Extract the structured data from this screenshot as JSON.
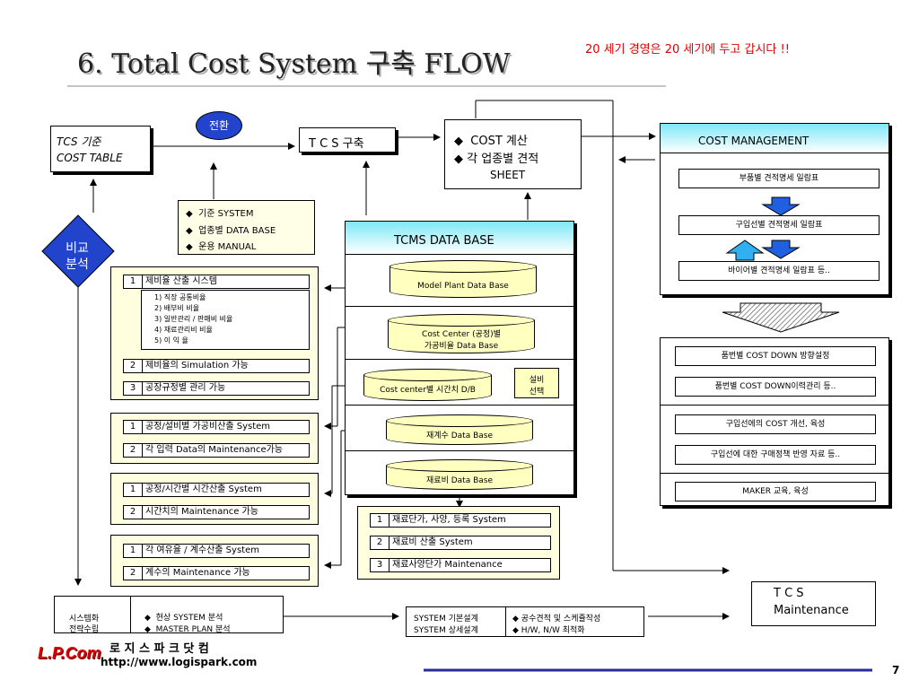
{
  "title": "6. Total Cost System 구축 FLOW",
  "slogan": "20 세기 경영은 20 세기에 두고 갑시다 !!",
  "page_number": "7",
  "tcs_standard": {
    "line1": "TCS 기준",
    "line2": "COST TABLE"
  },
  "convert_label": "전환",
  "compare_label": {
    "line1": "비교",
    "line2": "분석"
  },
  "tcs_build": "T C S 구축",
  "cost_calc": {
    "item1": "COST 계산",
    "item2": "각 업종별 견적",
    "item3": "SHEET"
  },
  "standard_list": [
    "기준 SYSTEM",
    "업종별   DATA BASE",
    "운용 MANUAL"
  ],
  "bullet": "◆",
  "tcms_db": {
    "header": "TCMS   DATA BASE",
    "model": "Model  Plant Data Base",
    "cost_center1": "Cost Center (공정)별",
    "cost_center2": "가공비율  Data Base",
    "time_value": "Cost center별 시간치 D/B",
    "equip1": "설비",
    "equip2": "선택",
    "recount": "재계수 Data Base",
    "material": "재료비 Data Base"
  },
  "group1": {
    "row1_num": "1",
    "row1": "제비율 산출 시스템",
    "sub": [
      "1) 직장 공통비율",
      "2) 배부비 비율",
      "3) 일반관리 / 판매비 비율",
      "4) 재료관리비 비율",
      "5) 이 익 율"
    ],
    "row2_num": "2",
    "row2": "제비율의 Simulation 가능",
    "row3_num": "3",
    "row3": "공장규정별 관리 가능"
  },
  "group2": {
    "row1_num": "1",
    "row1": "공정/설비별 가공비산출 System",
    "row2_num": "2",
    "row2": "각 입력 Data의 Maintenance가능"
  },
  "group3": {
    "row1_num": "1",
    "row1": "공정/시간별 시간산출 System",
    "row2_num": "2",
    "row2": "시간치의 Maintenance 가능"
  },
  "group4": {
    "row1_num": "1",
    "row1": "각 여유율 / 계수산출  System",
    "row2_num": "2",
    "row2": "계수의 Maintenance 가능"
  },
  "group5": {
    "row1_num": "1",
    "row1": "재료단가, 사양, 등록 System",
    "row2_num": "2",
    "row2": "재료비 산출 System",
    "row3_num": "3",
    "row3": "재료사양단가 Maintenance"
  },
  "cost_mgmt": {
    "header": "COST MANAGEMENT",
    "item1": "부품별 견적명세 일람표",
    "item2": "구입선별 견적명세 일람표",
    "item3": "바이어별 견적명세 일람표  등.."
  },
  "cost_down": {
    "item1": "품번별 COST DOWN 방향설정",
    "item2": "품번별 COST DOWN이력관리 등..",
    "item3": "구입선에의 COST 개선, 육성",
    "item4": "구입선에 대한 구매정책 반영 자료 등..",
    "item5": "MAKER 교육, 육성"
  },
  "tcs_maint": {
    "line1": "T C S",
    "line2": "Maintenance"
  },
  "strategy": {
    "left1": "시스템화",
    "left2": "전략수립",
    "item1": "현상 SYSTEM 분석",
    "item2": "MASTER PLAN 분석"
  },
  "system_design": {
    "left1": "SYSTEM 기본설계",
    "left2": "SYSTEM 상세설계",
    "item1": "공수견적 및  스케쥴작성",
    "item2": "H/W, N/W 최적화"
  },
  "logo": {
    "mark": "L.P.Com",
    "name": "로 지 스 파 크 닷 컴",
    "url": "http://www.logispark.com"
  },
  "colors": {
    "accent_red": "#e00000",
    "cyan": "#7de8f6",
    "db_yellow": "#ffffc0",
    "arrow_blue": "#2060e0",
    "badge_blue": "#2244cc"
  }
}
